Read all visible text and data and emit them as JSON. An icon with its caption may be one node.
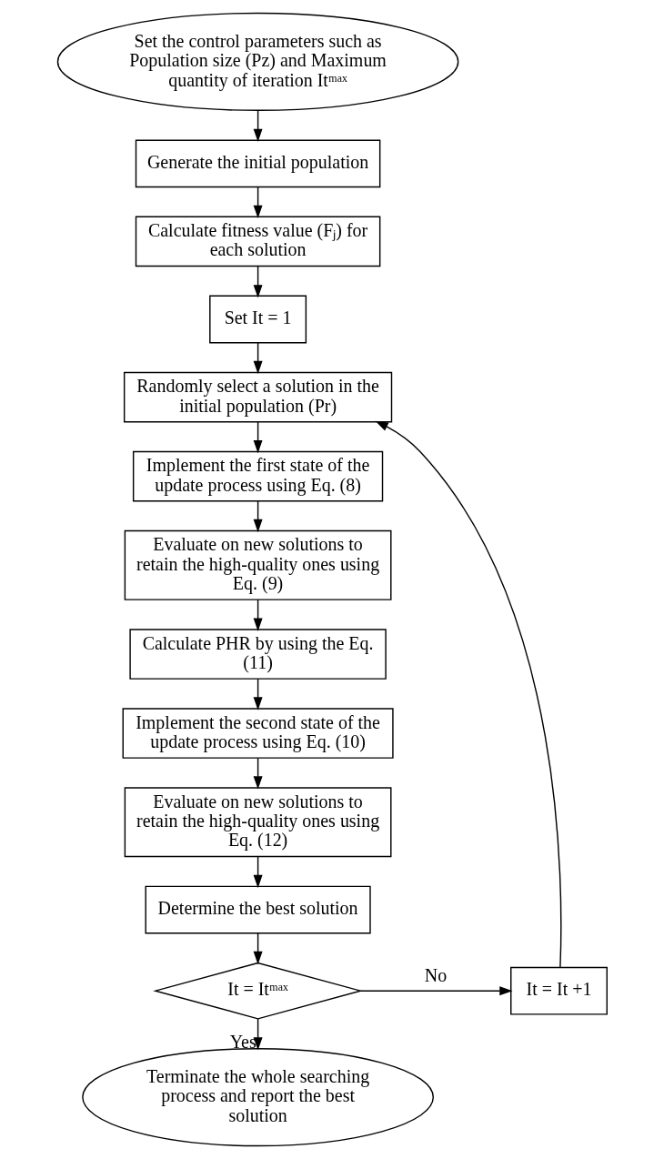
{
  "diagram": {
    "nodes": [
      {
        "text": [
          "Set the control parameters such as Population size (Pz) and Maximum quantity of iteration Itᵐᵃˣ"
        ]
      },
      {
        "text": [
          "Generate the initial population"
        ]
      },
      {
        "text": [
          "Calculate fitness value (Fⱼ) for each solution"
        ]
      },
      {
        "text": [
          "Set It = 1"
        ]
      },
      {
        "text": [
          "Randomly select a solution in the initial population (Pr)"
        ]
      },
      {
        "text": [
          "Implement the first state of the update process using Eq. (8)"
        ]
      },
      {
        "text": [
          "Evaluate on new solutions to retain the high-quality ones using Eq. (9)"
        ]
      },
      {
        "text": [
          "Calculate PHR by using the Eq. (11)"
        ]
      },
      {
        "text": [
          "Implement the second state of the update process using Eq. (10)"
        ]
      },
      {
        "text": [
          "Evaluate on new solutions to retain the high-quality ones using Eq. (12)"
        ]
      },
      {
        "text": [
          "Determine the best solution"
        ]
      },
      {
        "text": [
          "It = Itᵐᵃˣ"
        ]
      },
      {
        "text": [
          "It = It +1"
        ]
      },
      {
        "text": [
          "Terminate the whole searching process and report the best solution"
        ]
      }
    ],
    "edges": [
      {
        "from": 0,
        "to": 1,
        "arrow": "to"
      },
      {
        "from": 1,
        "to": 2,
        "arrow": "to"
      },
      {
        "from": 2,
        "to": 3,
        "arrow": "to"
      },
      {
        "from": 3,
        "to": 4,
        "arrow": "to"
      },
      {
        "from": 4,
        "to": 5,
        "arrow": "to"
      },
      {
        "from": 5,
        "to": 6,
        "arrow": "to"
      },
      {
        "from": 6,
        "to": 7,
        "arrow": "to"
      },
      {
        "from": 7,
        "to": 8,
        "arrow": "to"
      },
      {
        "from": 8,
        "to": 9,
        "arrow": "to"
      },
      {
        "from": 9,
        "to": 10,
        "arrow": "to"
      },
      {
        "from": 10,
        "to": 11,
        "arrow": "to"
      },
      {
        "from": 11,
        "to": 12,
        "arrow": "to",
        "label": "No"
      },
      {
        "from": 12,
        "to": 4,
        "arrow": "to"
      },
      {
        "from": 11,
        "to": 13,
        "arrow": "to",
        "label": "Yes"
      }
    ]
  }
}
